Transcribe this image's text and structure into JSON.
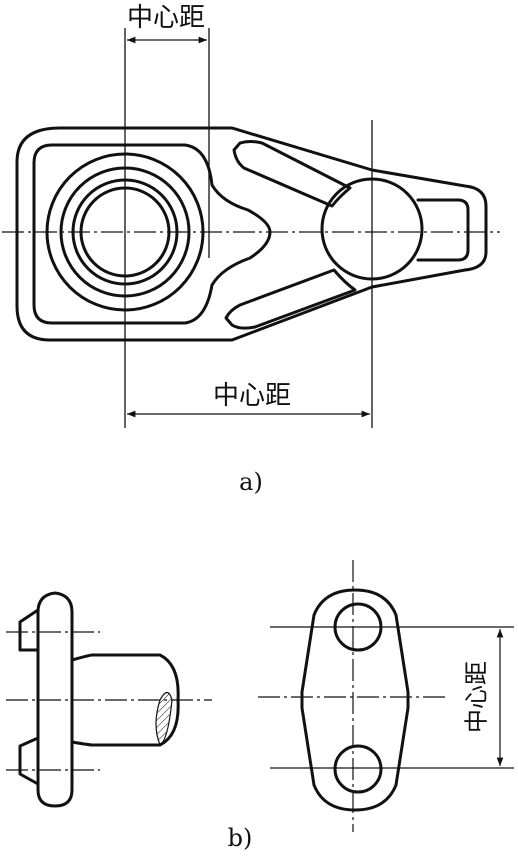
{
  "figure_a": {
    "label": "a)",
    "top_dimension_label": "中心距",
    "bottom_dimension_label": "中心距"
  },
  "figure_b": {
    "label": "b)",
    "side_dimension_label": "中心距"
  }
}
